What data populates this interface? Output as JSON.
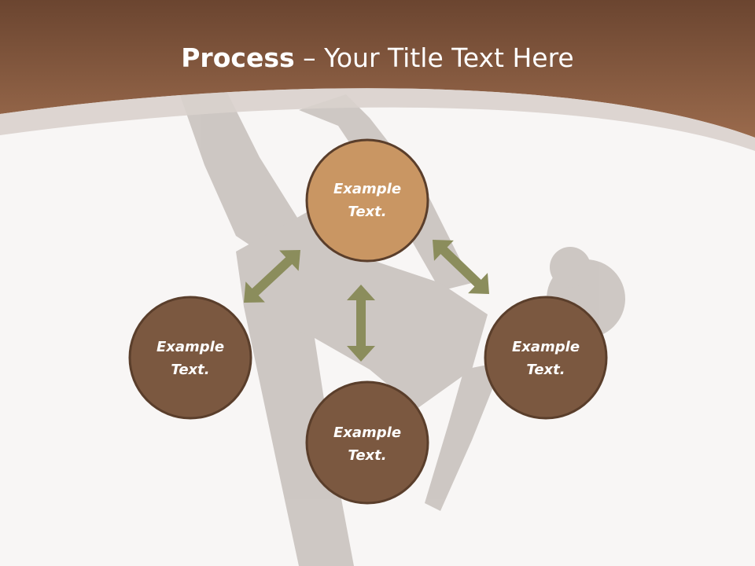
{
  "slide": {
    "title_bold": "Process",
    "title_rest": " – Your Title Text Here"
  },
  "nodes": [
    {
      "line1": "Example",
      "line2": "Text."
    },
    {
      "line1": "Example",
      "line2": "Text."
    },
    {
      "line1": "Example",
      "line2": "Text."
    },
    {
      "line1": "Example",
      "line2": "Text."
    }
  ],
  "colors": {
    "header": "#7d5237",
    "node_top": "#c99663",
    "node": "#7b5840",
    "node_border": "#5a3e2b",
    "arrow": "#8b8d5c",
    "figure": "#c9c3bf"
  }
}
